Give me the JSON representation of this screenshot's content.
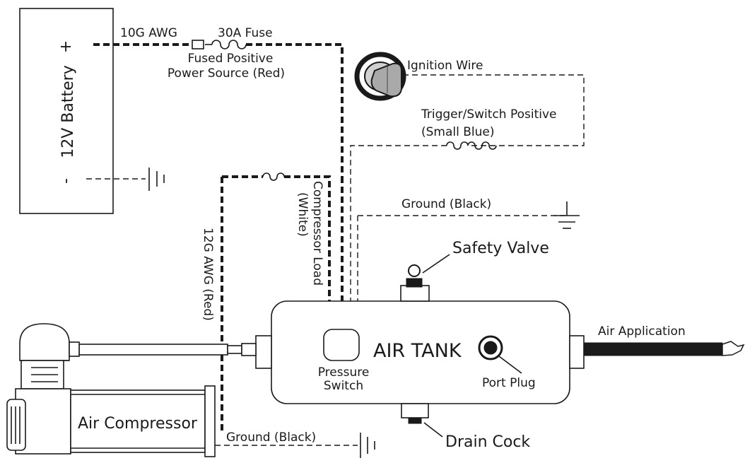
{
  "labels": {
    "battery": "12V Battery",
    "battery_plus": "+",
    "battery_minus": "-",
    "wire_10g": "10G AWG",
    "fuse_30a": "30A Fuse",
    "fused_positive_1": "Fused Positive",
    "fused_positive_2": "Power Source (Red)",
    "ignition_wire": "Ignition Wire",
    "trigger_1": "Trigger/Switch Positive",
    "trigger_2": "(Small Blue)",
    "ground_black_top": "Ground (Black)",
    "compressor_load_1": "Compressor Load",
    "compressor_load_2": "(White)",
    "wire_12g": "12G AWG (Red)",
    "safety_valve": "Safety Valve",
    "air_tank": "AIR TANK",
    "pressure_1": "Pressure",
    "pressure_2": "Switch",
    "port_plug": "Port Plug",
    "air_application": "Air Application",
    "drain_cock": "Drain Cock",
    "air_compressor": "Air Compressor",
    "ground_black_bottom": "Ground (Black)"
  }
}
